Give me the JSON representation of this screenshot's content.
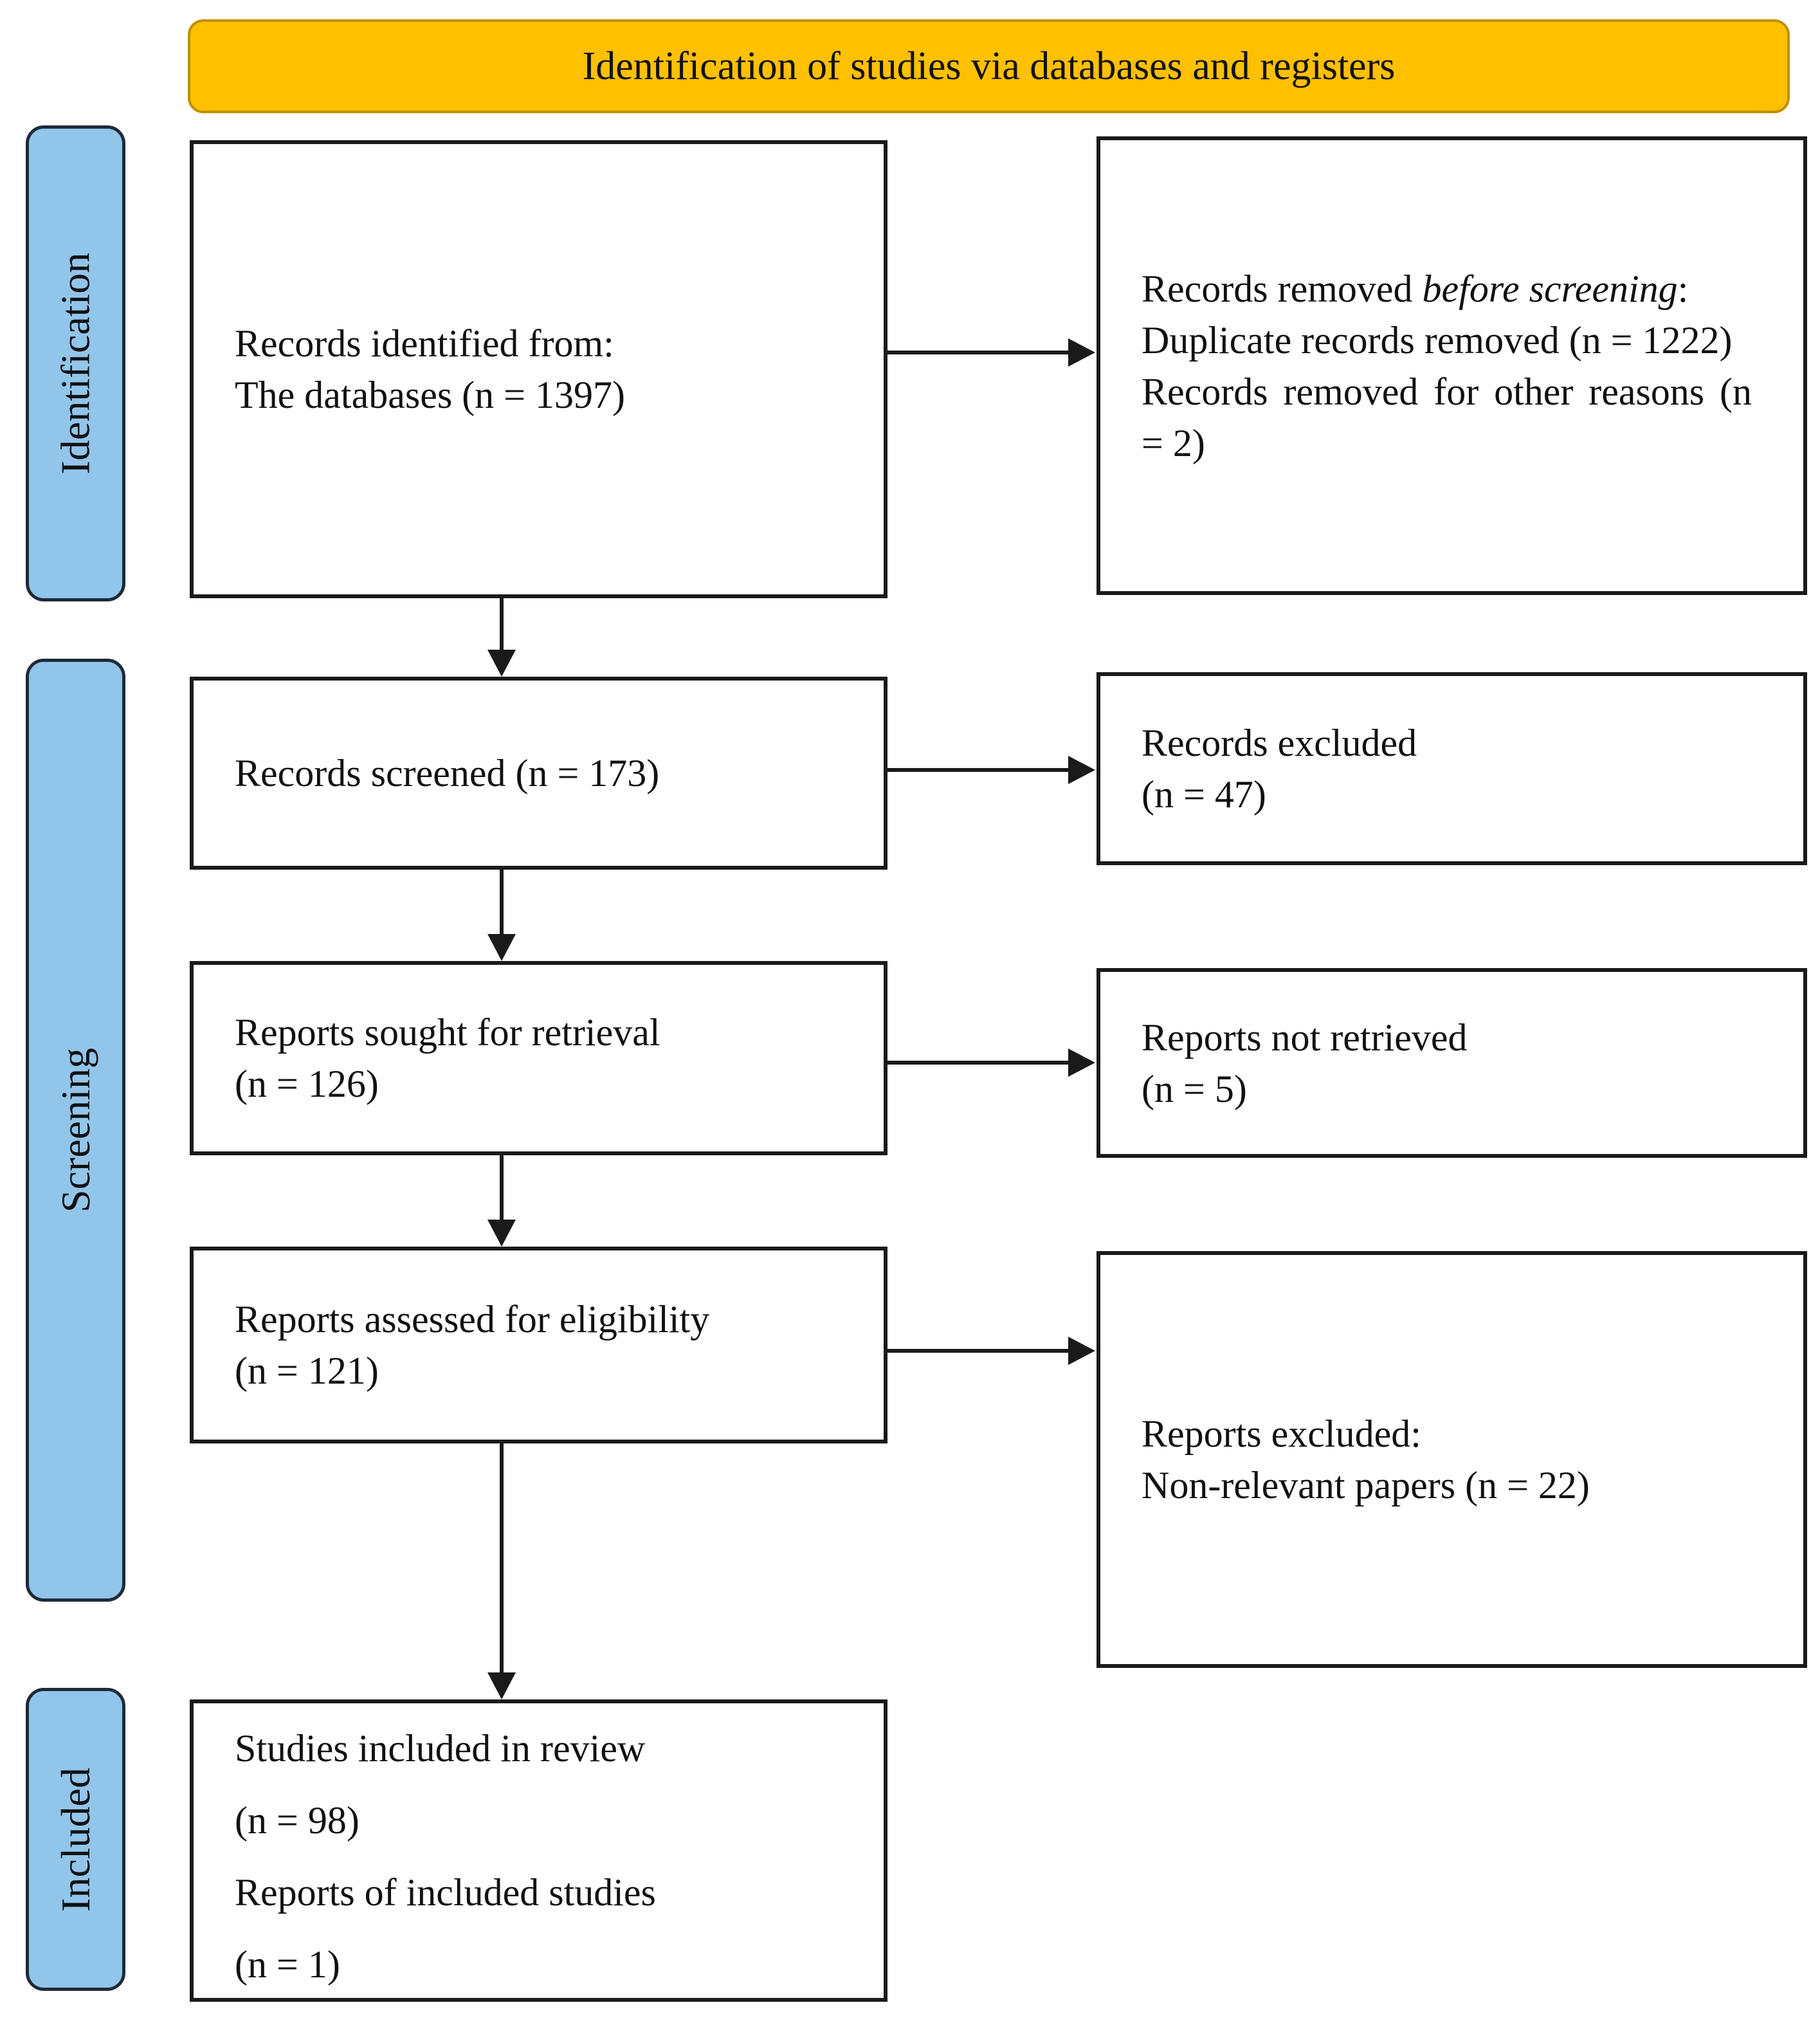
{
  "banner": {
    "label": "Identification of studies via databases and registers"
  },
  "stages": [
    {
      "label": "Identification"
    },
    {
      "label": "Screening"
    },
    {
      "label": "Included"
    }
  ],
  "boxes": {
    "identified": {
      "lines": [
        [
          {
            "t": "Records identified from:"
          }
        ],
        [
          {
            "t": "The databases (n = 1397)"
          }
        ]
      ]
    },
    "removed_before_screening": {
      "lines": [
        [
          {
            "t": "Records removed "
          },
          {
            "t": "before screening",
            "i": true
          },
          {
            "t": ":"
          }
        ],
        [
          {
            "t": "Duplicate records removed (n = 1222)"
          }
        ],
        [
          {
            "t": "Records removed for other reasons (n = 2)"
          }
        ]
      ]
    },
    "screened": {
      "lines": [
        [
          {
            "t": "Records screened (n = 173)"
          }
        ]
      ]
    },
    "records_excluded": {
      "lines": [
        [
          {
            "t": "Records excluded"
          }
        ],
        [
          {
            "t": "(n = 47)"
          }
        ]
      ]
    },
    "sought": {
      "lines": [
        [
          {
            "t": "Reports sought for retrieval"
          }
        ],
        [
          {
            "t": "(n = 126)"
          }
        ]
      ]
    },
    "not_retrieved": {
      "lines": [
        [
          {
            "t": "Reports not retrieved"
          }
        ],
        [
          {
            "t": "(n = 5)"
          }
        ]
      ]
    },
    "assessed": {
      "lines": [
        [
          {
            "t": "Reports assessed for eligibility"
          }
        ],
        [
          {
            "t": "(n = 121)"
          }
        ]
      ]
    },
    "reports_excluded": {
      "lines": [
        [
          {
            "t": "Reports excluded:"
          }
        ],
        [
          {
            "t": "Non-relevant papers (n = 22)"
          }
        ]
      ]
    },
    "included": {
      "lines": [
        [
          {
            "t": "Studies included in review"
          }
        ],
        [
          {
            "t": "(n = 98)"
          }
        ],
        [
          {
            "t": "Reports of included studies"
          }
        ],
        [
          {
            "t": "(n = 1)"
          }
        ]
      ]
    }
  },
  "colors": {
    "banner_bg": "#FFC000",
    "banner_border": "#BF9000",
    "stage_bg": "#92C5EA",
    "stage_border": "#1E2A38",
    "box_border": "#1A1A1A",
    "arrow": "#1A1A1A"
  }
}
